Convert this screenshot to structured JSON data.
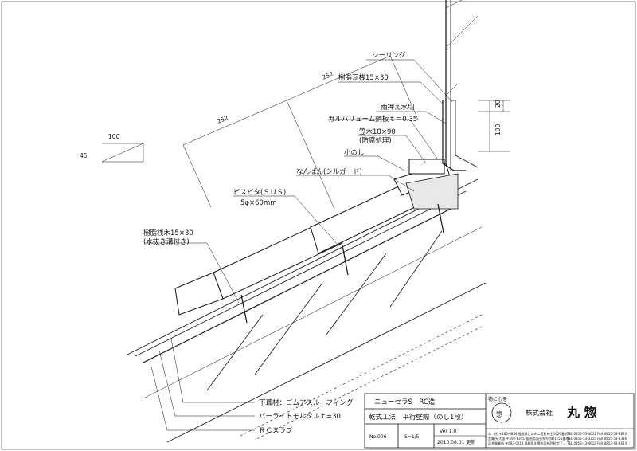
{
  "drawing": {
    "labels": {
      "sealing": "シーリング",
      "resin_crosspiece": "樹脂瓦桟15×30",
      "rain_flashing": "雨押え水切",
      "galvalume": "ガルバリューム鋼板ｔ＝0.35",
      "kasagi": "笠木18×90",
      "kasagi_note": "(防腐処理)",
      "konoshi": "小のし",
      "nanban": "なんばん(シルガード)",
      "screw": "ビスピタ(ＳＵＳ)",
      "screw_size": "5φ×60mm",
      "batten": "樹脂桟木15×30",
      "batten_note": "(水抜き溝付き)",
      "underlay": "下葺材：ゴムアスルーフィング",
      "mortar": "パーライトモルタルｔ=30",
      "slab": "ＲＣスラブ"
    },
    "dimensions": {
      "tile_pitch_a": "252",
      "tile_pitch_b": "252",
      "slope_run": "100",
      "slope_rise": "45",
      "dim_top": "20",
      "dim_right": "100"
    }
  },
  "title_block": {
    "product": "ニューセラS　RC造",
    "method": "乾式工法　平行壁際（のし1段）",
    "number": "No.006",
    "scale": "S=1/5",
    "version": "Ver 1.0",
    "date": "2010.08.01 更新",
    "company_tagline": "物に心を",
    "company_name": "株式会社",
    "company_brand": "丸 惣",
    "logo_char": "惣",
    "address_lines": [
      "本　社 〒285-0834 島根県江津市二宮町神主1026番地",
      "営業所 大阪 〒592-8345 島根県浜田市内村町1155番地",
      "浜井營業所 〒693-0013 島根県出雲市東神西町字下...",
      "TEL 0855-53-4611 FAX 0855-53-3823",
      "TEL 0855-53-3315 FAX 0855-53-3316",
      "TEL 0853-43-4612 FAX 0853-43-4614"
    ]
  }
}
